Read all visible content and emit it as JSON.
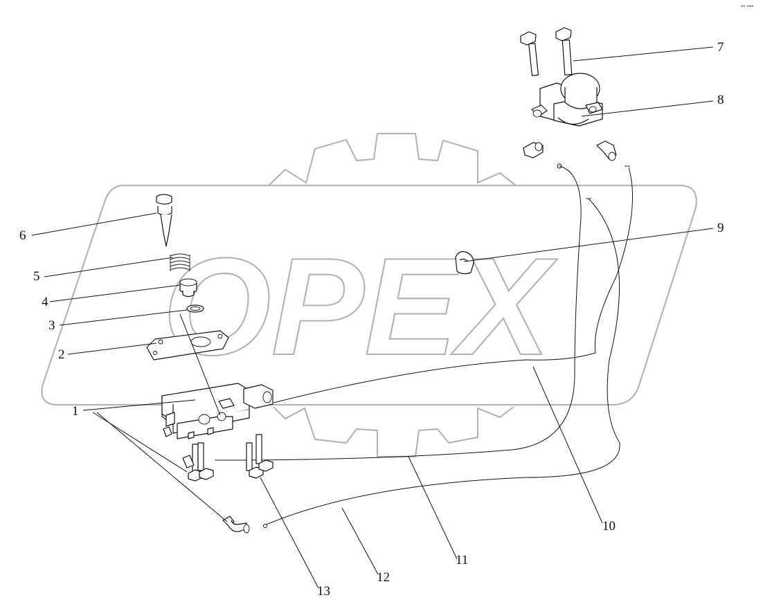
{
  "watermark": {
    "text": "OPEX",
    "color": "#b5b5b5"
  },
  "corner_mark": "•• •••",
  "callouts": [
    "1",
    "2",
    "3",
    "4",
    "5",
    "6",
    "7",
    "8",
    "9",
    "10",
    "11",
    "12",
    "13"
  ],
  "colors": {
    "line": "#111111",
    "background": "#ffffff",
    "watermark": "#b5b5b5"
  }
}
